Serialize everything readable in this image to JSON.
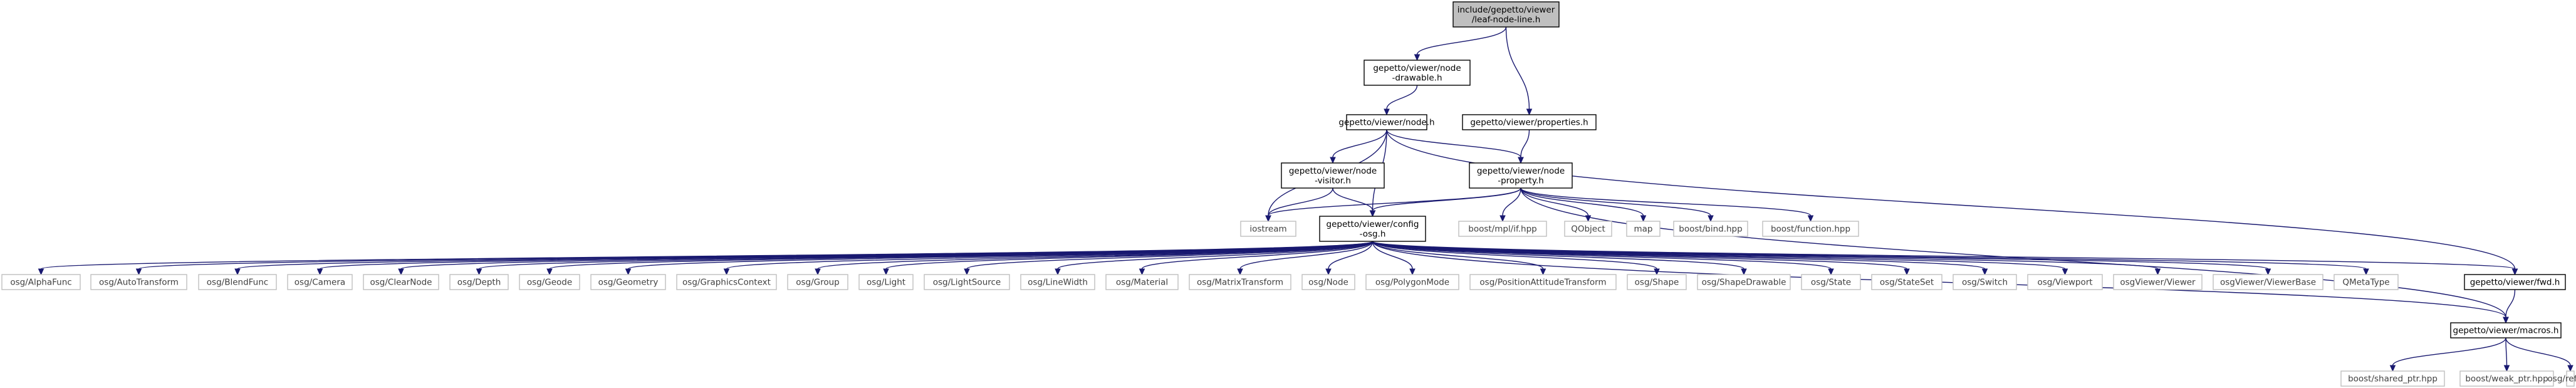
{
  "colors": {
    "edge": "#191970",
    "root_fill": "#bfbfbf",
    "local_border": "#000000",
    "external_border": "#bfbfbf",
    "external_text": "#404040",
    "background": "#ffffff"
  },
  "nodes": [
    {
      "id": "root",
      "label": [
        "include/gepetto/viewer",
        "/leaf-node-line.h"
      ],
      "kind": "root"
    },
    {
      "id": "drawable",
      "label": [
        "gepetto/viewer/node",
        "-drawable.h"
      ],
      "kind": "local"
    },
    {
      "id": "node",
      "label": [
        "gepetto/viewer/node.h"
      ],
      "kind": "local"
    },
    {
      "id": "properties",
      "label": [
        "gepetto/viewer/properties.h"
      ],
      "kind": "local"
    },
    {
      "id": "visitor",
      "label": [
        "gepetto/viewer/node",
        "-visitor.h"
      ],
      "kind": "local"
    },
    {
      "id": "nodeprop",
      "label": [
        "gepetto/viewer/node",
        "-property.h"
      ],
      "kind": "local"
    },
    {
      "id": "iostream",
      "label": [
        "iostream"
      ],
      "kind": "external"
    },
    {
      "id": "config",
      "label": [
        "gepetto/viewer/config",
        "-osg.h"
      ],
      "kind": "local"
    },
    {
      "id": "mplif",
      "label": [
        "boost/mpl/if.hpp"
      ],
      "kind": "external"
    },
    {
      "id": "qobject",
      "label": [
        "QObject"
      ],
      "kind": "external"
    },
    {
      "id": "map",
      "label": [
        "map"
      ],
      "kind": "external"
    },
    {
      "id": "bind",
      "label": [
        "boost/bind.hpp"
      ],
      "kind": "external"
    },
    {
      "id": "function",
      "label": [
        "boost/function.hpp"
      ],
      "kind": "external"
    },
    {
      "id": "fwd",
      "label": [
        "gepetto/viewer/fwd.h"
      ],
      "kind": "local"
    },
    {
      "id": "macros",
      "label": [
        "gepetto/viewer/macros.h"
      ],
      "kind": "local"
    },
    {
      "id": "sharedptr",
      "label": [
        "boost/shared_ptr.hpp"
      ],
      "kind": "external"
    },
    {
      "id": "weakptr",
      "label": [
        "boost/weak_ptr.hpp"
      ],
      "kind": "external"
    },
    {
      "id": "refptr",
      "label": [
        "osg/ref_ptr"
      ],
      "kind": "external"
    },
    {
      "id": "osg_AlphaFunc",
      "label": [
        "osg/AlphaFunc"
      ],
      "kind": "external"
    },
    {
      "id": "osg_AutoTransform",
      "label": [
        "osg/AutoTransform"
      ],
      "kind": "external"
    },
    {
      "id": "osg_BlendFunc",
      "label": [
        "osg/BlendFunc"
      ],
      "kind": "external"
    },
    {
      "id": "osg_Camera",
      "label": [
        "osg/Camera"
      ],
      "kind": "external"
    },
    {
      "id": "osg_ClearNode",
      "label": [
        "osg/ClearNode"
      ],
      "kind": "external"
    },
    {
      "id": "osg_Depth",
      "label": [
        "osg/Depth"
      ],
      "kind": "external"
    },
    {
      "id": "osg_Geode",
      "label": [
        "osg/Geode"
      ],
      "kind": "external"
    },
    {
      "id": "osg_Geometry",
      "label": [
        "osg/Geometry"
      ],
      "kind": "external"
    },
    {
      "id": "osg_GraphicsContext",
      "label": [
        "osg/GraphicsContext"
      ],
      "kind": "external"
    },
    {
      "id": "osg_Group",
      "label": [
        "osg/Group"
      ],
      "kind": "external"
    },
    {
      "id": "osg_Light",
      "label": [
        "osg/Light"
      ],
      "kind": "external"
    },
    {
      "id": "osg_LightSource",
      "label": [
        "osg/LightSource"
      ],
      "kind": "external"
    },
    {
      "id": "osg_LineWidth",
      "label": [
        "osg/LineWidth"
      ],
      "kind": "external"
    },
    {
      "id": "osg_Material",
      "label": [
        "osg/Material"
      ],
      "kind": "external"
    },
    {
      "id": "osg_MatrixTransform",
      "label": [
        "osg/MatrixTransform"
      ],
      "kind": "external"
    },
    {
      "id": "osg_Node",
      "label": [
        "osg/Node"
      ],
      "kind": "external"
    },
    {
      "id": "osg_PolygonMode",
      "label": [
        "osg/PolygonMode"
      ],
      "kind": "external"
    },
    {
      "id": "osg_PAT",
      "label": [
        "osg/PositionAttitudeTransform"
      ],
      "kind": "external"
    },
    {
      "id": "osg_Shape",
      "label": [
        "osg/Shape"
      ],
      "kind": "external"
    },
    {
      "id": "osg_ShapeDrawable",
      "label": [
        "osg/ShapeDrawable"
      ],
      "kind": "external"
    },
    {
      "id": "osg_State",
      "label": [
        "osg/State"
      ],
      "kind": "external"
    },
    {
      "id": "osg_StateSet",
      "label": [
        "osg/StateSet"
      ],
      "kind": "external"
    },
    {
      "id": "osg_Switch",
      "label": [
        "osg/Switch"
      ],
      "kind": "external"
    },
    {
      "id": "osg_Viewport",
      "label": [
        "osg/Viewport"
      ],
      "kind": "external"
    },
    {
      "id": "osgViewer_Viewer",
      "label": [
        "osgViewer/Viewer"
      ],
      "kind": "external"
    },
    {
      "id": "osgViewer_ViewerBase",
      "label": [
        "osgViewer/ViewerBase"
      ],
      "kind": "external"
    },
    {
      "id": "QMetaType",
      "label": [
        "QMetaType"
      ],
      "kind": "external"
    }
  ],
  "edges": [
    [
      "root",
      "drawable"
    ],
    [
      "root",
      "properties"
    ],
    [
      "drawable",
      "node"
    ],
    [
      "node",
      "iostream"
    ],
    [
      "node",
      "visitor"
    ],
    [
      "node",
      "config"
    ],
    [
      "node",
      "nodeprop"
    ],
    [
      "node",
      "fwd"
    ],
    [
      "properties",
      "nodeprop"
    ],
    [
      "visitor",
      "iostream"
    ],
    [
      "visitor",
      "config"
    ],
    [
      "nodeprop",
      "iostream"
    ],
    [
      "nodeprop",
      "config"
    ],
    [
      "nodeprop",
      "mplif"
    ],
    [
      "nodeprop",
      "qobject"
    ],
    [
      "nodeprop",
      "map"
    ],
    [
      "nodeprop",
      "bind"
    ],
    [
      "nodeprop",
      "function"
    ],
    [
      "nodeprop",
      "macros"
    ],
    [
      "config",
      "osg_AlphaFunc"
    ],
    [
      "config",
      "osg_AutoTransform"
    ],
    [
      "config",
      "osg_BlendFunc"
    ],
    [
      "config",
      "osg_Camera"
    ],
    [
      "config",
      "osg_ClearNode"
    ],
    [
      "config",
      "osg_Depth"
    ],
    [
      "config",
      "osg_Geode"
    ],
    [
      "config",
      "osg_Geometry"
    ],
    [
      "config",
      "osg_GraphicsContext"
    ],
    [
      "config",
      "osg_Group"
    ],
    [
      "config",
      "osg_Light"
    ],
    [
      "config",
      "osg_LightSource"
    ],
    [
      "config",
      "osg_LineWidth"
    ],
    [
      "config",
      "osg_Material"
    ],
    [
      "config",
      "osg_MatrixTransform"
    ],
    [
      "config",
      "osg_Node"
    ],
    [
      "config",
      "osg_PolygonMode"
    ],
    [
      "config",
      "osg_PAT"
    ],
    [
      "config",
      "osg_Shape"
    ],
    [
      "config",
      "osg_ShapeDrawable"
    ],
    [
      "config",
      "osg_State"
    ],
    [
      "config",
      "osg_StateSet"
    ],
    [
      "config",
      "osg_Switch"
    ],
    [
      "config",
      "osg_Viewport"
    ],
    [
      "config",
      "osgViewer_Viewer"
    ],
    [
      "config",
      "osgViewer_ViewerBase"
    ],
    [
      "config",
      "QMetaType"
    ],
    [
      "config",
      "fwd"
    ],
    [
      "config",
      "macros"
    ],
    [
      "fwd",
      "macros"
    ],
    [
      "macros",
      "sharedptr"
    ],
    [
      "macros",
      "weakptr"
    ],
    [
      "macros",
      "refptr"
    ]
  ]
}
